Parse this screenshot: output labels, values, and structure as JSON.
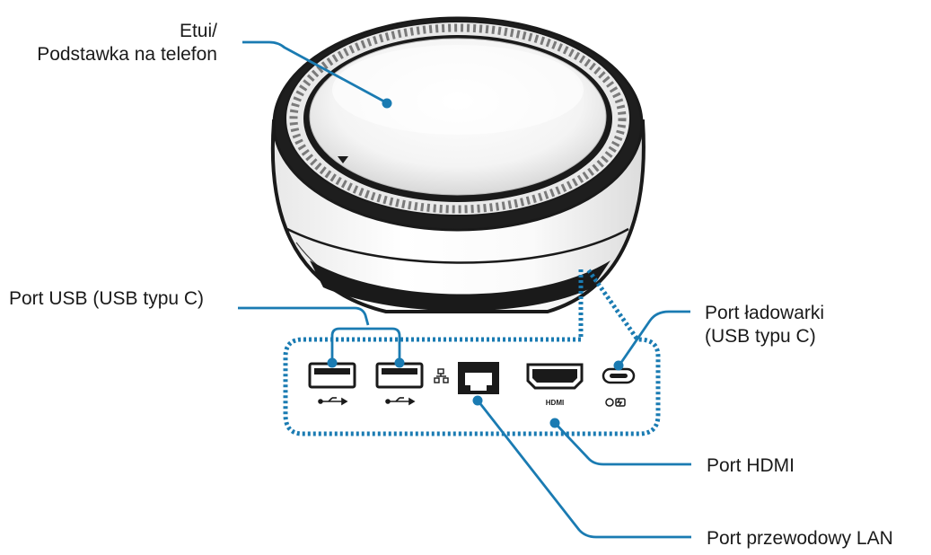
{
  "labels": {
    "case": {
      "line1": "Etui/",
      "line2": "Podstawka na telefon"
    },
    "usb_port": "Port USB (USB typu C)",
    "charger_port": {
      "line1": "Port ładowarki",
      "line2": "(USB typu C)"
    },
    "hdmi_port": "Port HDMI",
    "lan_port": "Port przewodowy LAN"
  },
  "port_markings": {
    "hdmi": "HDMI"
  },
  "colors": {
    "leader_line": "#1a7bb2",
    "dotted_outline": "#1a7bb2",
    "device_outline": "#1a1a1a",
    "text": "#1a1a1a"
  },
  "icons": {
    "usb_symbol": "usb-icon",
    "lan_symbol": "network-icon",
    "charger_symbol": "charging-icon"
  }
}
